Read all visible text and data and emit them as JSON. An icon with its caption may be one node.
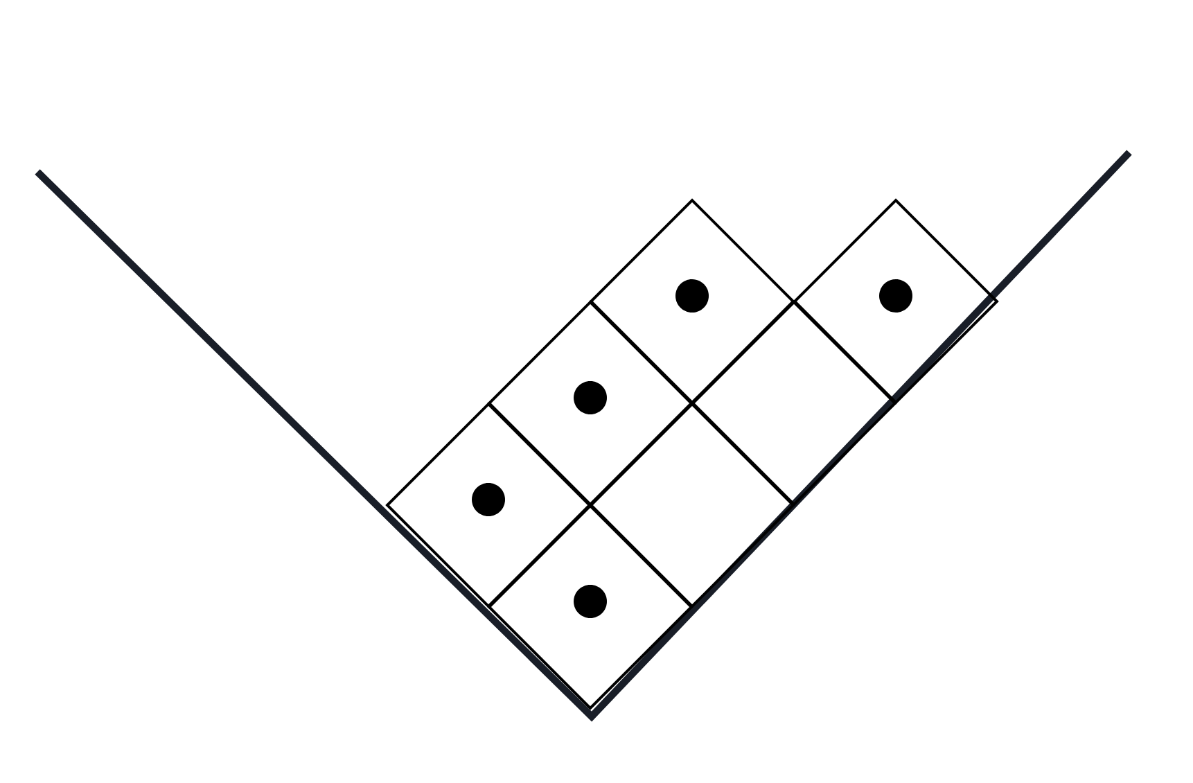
{
  "diagram": {
    "nodes": [
      {
        "text": [],
        "shape": "diamond"
      },
      {
        "text": [],
        "shape": "circle",
        "in": 0
      },
      {
        "text": [],
        "shape": "diamond"
      },
      {
        "text": [],
        "shape": "circle",
        "in": 2
      },
      {
        "text": [],
        "shape": "diamond"
      },
      {
        "text": [],
        "shape": "circle",
        "in": 4
      },
      {
        "text": [],
        "shape": "diamond"
      },
      {
        "text": [],
        "shape": "diamond"
      },
      {
        "text": [],
        "shape": "circle",
        "in": 7
      },
      {
        "text": [],
        "shape": "diamond"
      },
      {
        "text": [],
        "shape": "diamond"
      },
      {
        "text": [],
        "shape": "circle",
        "in": 10
      }
    ]
  }
}
